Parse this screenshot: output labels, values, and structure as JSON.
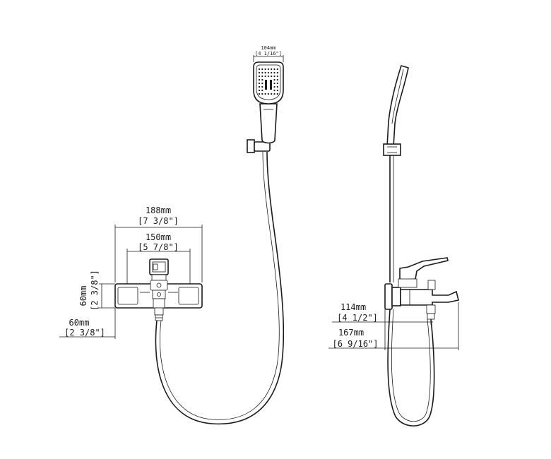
{
  "dimensions": {
    "width_total": {
      "mm": "188mm",
      "inch": "[7 3/8\"]"
    },
    "width_inner": {
      "mm": "150mm",
      "inch": "[5 7/8\"]"
    },
    "height_body": {
      "mm": "60mm",
      "inch": "[2 3/8\"]"
    },
    "depth_body": {
      "mm": "60mm",
      "inch": "[2 3/8\"]"
    },
    "head_width": {
      "mm": "104mm",
      "inch": "[4 1/16\"]"
    },
    "projection_spout": {
      "mm": "114mm",
      "inch": "[4 1/2\"]"
    },
    "projection_total": {
      "mm": "167mm",
      "inch": "[6 9/16\"]"
    }
  },
  "colors": {
    "line": "#1a1a1a",
    "background": "#ffffff"
  }
}
